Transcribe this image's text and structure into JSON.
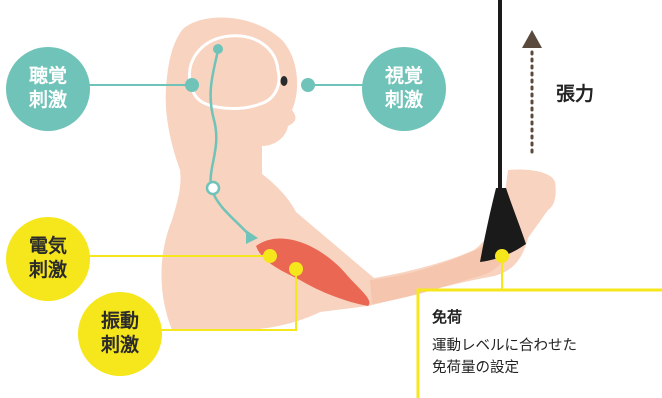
{
  "stimuli": {
    "auditory": [
      "聴覚",
      "刺激"
    ],
    "visual": [
      "視覚",
      "刺激"
    ],
    "electric": [
      "電気",
      "刺激"
    ],
    "vibration": [
      "振動",
      "刺激"
    ]
  },
  "tension": "張力",
  "unloading": {
    "title": "免荷",
    "lines": [
      "運動レベルに合わせた",
      "免荷量の設定"
    ]
  },
  "colors": {
    "teal": "#6fc3b8",
    "yellow": "#f6e61c",
    "skin": "#f8d3bf",
    "muscle": "#e8553f",
    "cable": "#1a1a1a",
    "arrow": "#5a4a3e"
  },
  "icons": [
    "head-silhouette",
    "brain-outline",
    "eye-icon",
    "nerve-pathway",
    "muscle-icon",
    "cable",
    "arm-sling",
    "tension-arrow"
  ]
}
